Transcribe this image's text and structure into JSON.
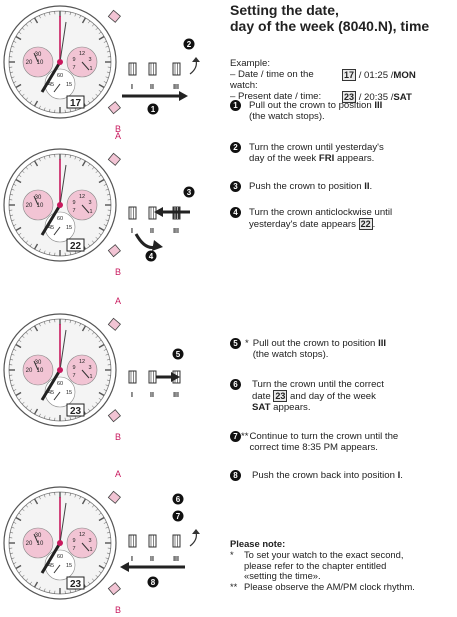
{
  "title_line1": "Setting the date,",
  "title_line2": "day of the week (8040.N), time",
  "example": {
    "heading": "Example:",
    "row1_label": "– Date / time on the watch:",
    "row1_date": "17",
    "row1_rest": "/ 01:25 /",
    "row1_day": "MON",
    "row2_label": "– Present date / time:",
    "row2_date": "23",
    "row2_rest": "/ 20:35 /",
    "row2_day": "SAT"
  },
  "steps": [
    {
      "num": "1",
      "mark": "",
      "line1": "Pull out the crown to position",
      "pos": "III",
      "line2": "(the watch stops)."
    },
    {
      "num": "2",
      "mark": "",
      "line1": "Turn the crown until yesterday's",
      "line2a": "day of the week",
      "day": "FRI",
      "line2b": "appears."
    },
    {
      "num": "3",
      "mark": "",
      "line1": "Push the crown to position",
      "pos": "II",
      "tail": "."
    },
    {
      "num": "4",
      "mark": "",
      "line1": "Turn the crown anticlockwise until",
      "line2a": "yesterday's date appears",
      "date": "22",
      "tail": "."
    },
    {
      "num": "5",
      "mark": "*",
      "line1": "Pull out the crown to position",
      "pos": "III",
      "line2": "(the watch stops)."
    },
    {
      "num": "6",
      "mark": "",
      "line1": "Turn the crown until the correct",
      "line2a": "date",
      "date": "23",
      "line2b": "and day of the week",
      "day": "SAT",
      "line3": "appears."
    },
    {
      "num": "7",
      "mark": "**",
      "line1": "Continue to turn the crown until the",
      "line2": "correct time 8:35 PM appears."
    },
    {
      "num": "8",
      "mark": "",
      "line1": "Push the crown back into position",
      "pos": "I",
      "tail": "."
    }
  ],
  "note": {
    "heading": "Please note:",
    "item1_mark": "*",
    "item1_l1": "To set your watch to the exact second,",
    "item1_l2": "please refer to the chapter entitled",
    "item1_l3": "«setting the time».",
    "item2_mark": "**",
    "item2_l1": "Please observe the AM/PM clock rhythm."
  },
  "diagram": {
    "label_a": "A",
    "label_b": "B",
    "pos_i": "I",
    "pos_ii": "II",
    "pos_iii": "III",
    "watch1_date": "17",
    "watch2_date": "22",
    "watch3_date": "23",
    "watch4_date": "23",
    "watch1_marks": [
      "2",
      "1"
    ],
    "watch2_marks": [
      "3",
      "4"
    ],
    "watch3_marks": [
      "5"
    ],
    "watch4_marks": [
      "6",
      "7",
      "8"
    ],
    "sub_left": [
      "30",
      "20",
      "10"
    ],
    "sub_right": [
      "12",
      "9",
      "7",
      "5",
      "3",
      "1"
    ],
    "sub_bottom": [
      "60",
      "45",
      "15"
    ],
    "accent_color": "#c8195e",
    "pink_color": "#f2c4d4"
  }
}
